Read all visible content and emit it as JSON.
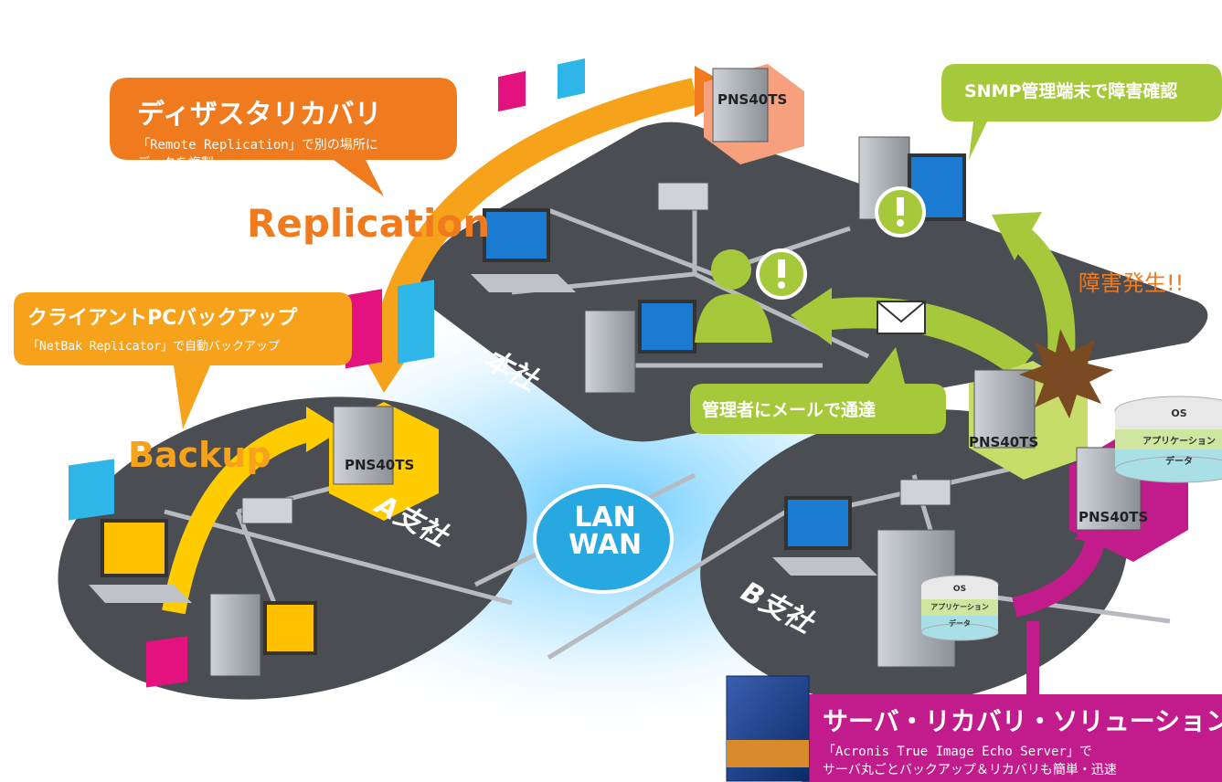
{
  "sites": {
    "head_office": "本社",
    "branch_a": "A支社",
    "branch_b": "B支社"
  },
  "network": {
    "lan": "LAN",
    "wan": "WAN"
  },
  "servers": {
    "head_office": "PNS40TS",
    "branch_a": "PNS40TS",
    "branch_b_left": "PNS40TS",
    "branch_b_right": "PNS40TS"
  },
  "disaster_recovery": {
    "title": "ディザスタリカバリ",
    "desc_line1": "「Remote Replication」で別の場所に",
    "desc_line2": "データを複製",
    "action": "Replication"
  },
  "client_backup": {
    "title": "クライアントPCバックアップ",
    "desc": "「NetBak Replicator」で自動バックアップ",
    "action": "Backup"
  },
  "snmp": {
    "title": "SNMP管理端末で障害確認"
  },
  "mail_notice": {
    "title": "管理者にメールで通達"
  },
  "failure": {
    "label": "障害発生!!"
  },
  "server_recovery": {
    "title": "サーバ・リカバリ・ソリューション",
    "desc_line1": "「Acronis True Image Echo Server」で",
    "desc_line2": "サーバ丸ごとバックアップ＆リカバリも簡単・迅速"
  },
  "data_layers": {
    "os": "OS",
    "application": "アプリケーション",
    "data": "データ"
  },
  "colors": {
    "orange": "#f07a1e",
    "orange_light": "#f7a21b",
    "green": "#a5c93a",
    "magenta": "#c21c8c",
    "platform": "#4a4d52",
    "cloud": "#28a8e0",
    "doc_pink": "#e4127f",
    "doc_blue": "#2eb6e8"
  }
}
